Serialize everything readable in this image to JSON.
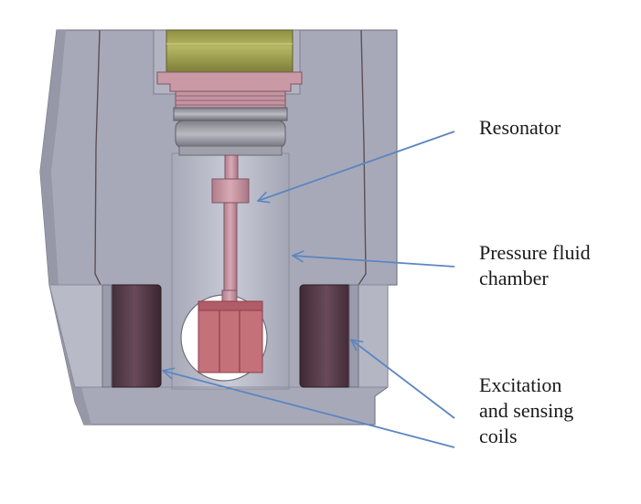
{
  "labels": {
    "resonator": "Resonator",
    "pressure_fluid_chamber": "Pressure fluid\nchamber",
    "excitation_coils": "Excitation\nand sensing\ncoils"
  },
  "colors": {
    "housing": "#a9aab8",
    "housing_dark": "#8e8fa0",
    "chamber": "#c2c4d0",
    "olive_cap": "#a5a650",
    "pink_metal": "#c99aa6",
    "coil": "#4e3542",
    "arrow": "#5b86c1"
  }
}
